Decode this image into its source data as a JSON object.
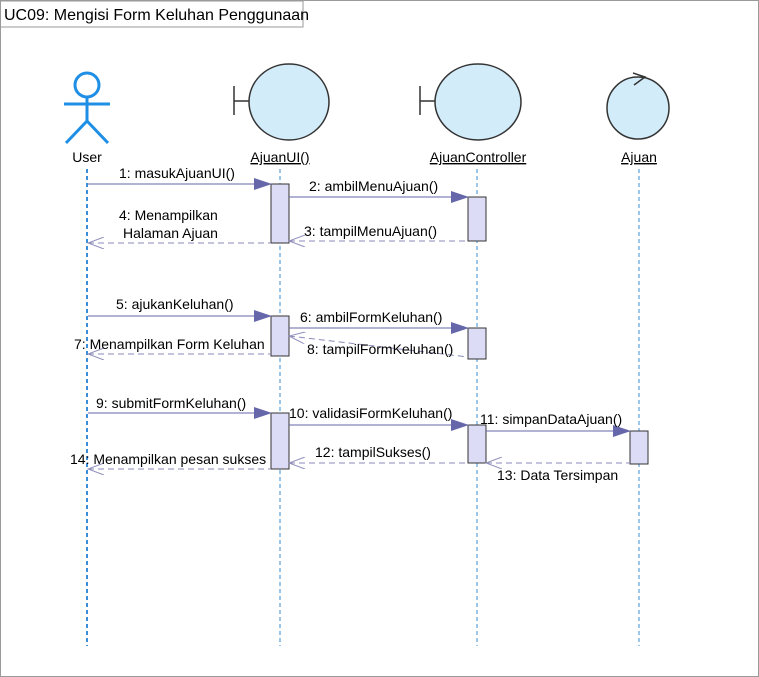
{
  "frame": {
    "title": "UC09: Mengisi Form Keluhan Penggunaan"
  },
  "lifelines": {
    "user": "User",
    "ui": "AjuanUI()",
    "controller": "AjuanController",
    "entity": "Ajuan"
  },
  "messages": {
    "m1": "1: masukAjuanUI()",
    "m2": "2: ambilMenuAjuan()",
    "m3": "3: tampilMenuAjuan()",
    "m4a": "4: Menampilkan",
    "m4b": "Halaman Ajuan",
    "m5": "5: ajukanKeluhan()",
    "m6": "6: ambilFormKeluhan()",
    "m7": "7: Menampilkan Form Keluhan",
    "m8": "8: tampilFormKeluhan()",
    "m9": "9: submitFormKeluhan()",
    "m10": "10: validasiFormKeluhan()",
    "m11": "11: simpanDataAjuan()",
    "m12": "12: tampilSukses()",
    "m13": "13: Data Tersimpan",
    "m14": "14: Menampilkan pesan sukses"
  },
  "colors": {
    "actor_blue": "#1f8fe5",
    "boundary_fill": "#d3ecfa",
    "activation_fill": "#dcdcf6",
    "arrow_solid": "#6666aa",
    "arrow_dashed": "#8a8ab8",
    "lifeline_blue": "#3a8fd6"
  }
}
